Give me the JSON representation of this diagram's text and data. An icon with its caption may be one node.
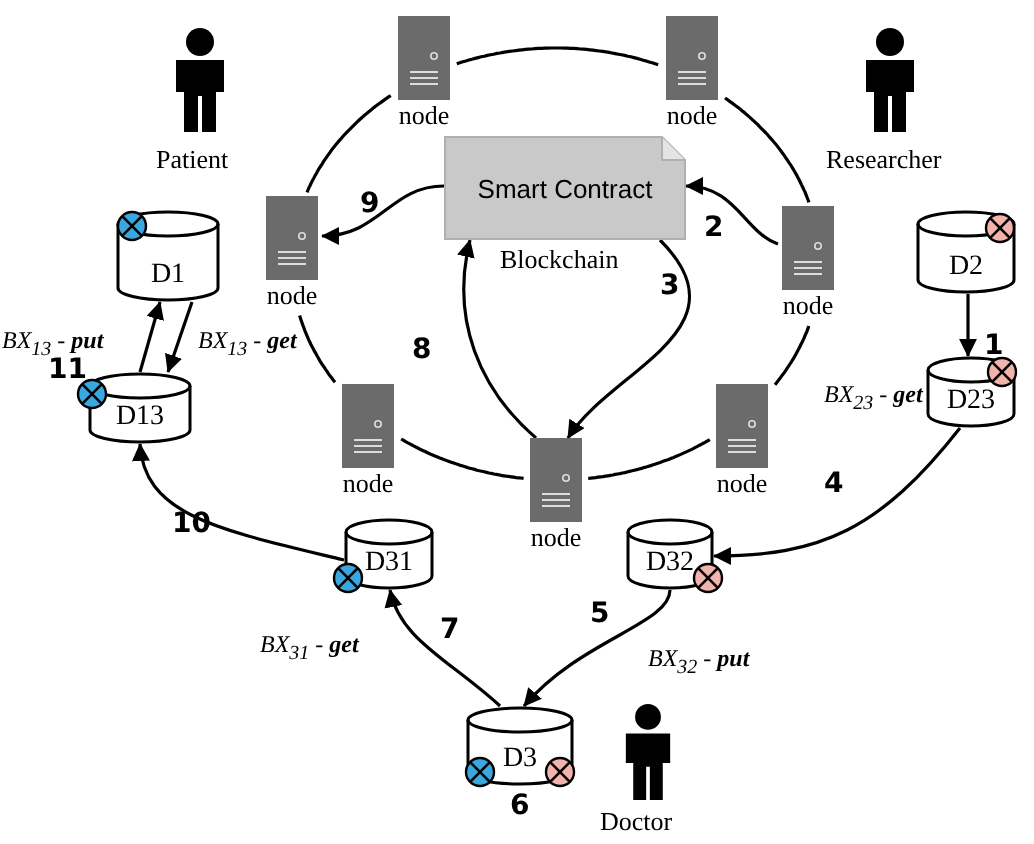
{
  "diagram": {
    "nodes": [
      {
        "text": [
          "node"
        ]
      },
      {
        "text": [
          "node"
        ]
      },
      {
        "text": [
          "Smart Contract"
        ],
        "beside": [
          "Blockchain"
        ]
      },
      {
        "text": [
          "D1"
        ]
      },
      {
        "text": [
          "node"
        ]
      },
      {
        "text": [
          "node"
        ]
      },
      {
        "text": [
          "D2"
        ]
      },
      {
        "text": [
          "D13"
        ]
      },
      {
        "text": [
          "D23"
        ]
      },
      {
        "text": [
          "node"
        ]
      },
      {
        "text": [
          "node"
        ]
      },
      {
        "text": [
          "node"
        ]
      },
      {
        "text": [
          "D31"
        ]
      },
      {
        "text": [
          "D32"
        ]
      },
      {
        "text": [
          "D3"
        ],
        "beside": [
          "6"
        ]
      }
    ],
    "edges": [
      {
        "from": 0,
        "to": 1,
        "arrow": "none"
      },
      {
        "from": 1,
        "to": 5,
        "arrow": "none"
      },
      {
        "from": 5,
        "to": 10,
        "arrow": "none"
      },
      {
        "from": 10,
        "to": 11,
        "arrow": "none"
      },
      {
        "from": 11,
        "to": 9,
        "arrow": "none"
      },
      {
        "from": 9,
        "to": 4,
        "arrow": "none"
      },
      {
        "from": 4,
        "to": 0,
        "arrow": "none"
      },
      {
        "from": 6,
        "to": 8,
        "arrow": "to",
        "label": "BX$_{23}$ - **get**"
      },
      {
        "from": 5,
        "to": 2,
        "arrow": "to"
      },
      {
        "from": 2,
        "to": 11,
        "arrow": "to"
      },
      {
        "from": 8,
        "to": 13,
        "arrow": "to"
      },
      {
        "from": 13,
        "to": 14,
        "arrow": "to",
        "label": "BX$_{32}$ - **put**"
      },
      {
        "from": 14,
        "to": 12,
        "arrow": "to",
        "label": "BX$_{31}$ - **get**"
      },
      {
        "from": 11,
        "to": 2,
        "arrow": "to"
      },
      {
        "from": 2,
        "to": 4,
        "arrow": "to"
      },
      {
        "from": 12,
        "to": 7,
        "arrow": "to"
      },
      {
        "from": 7,
        "to": 3,
        "arrow": "to",
        "label": "BX$_{13}$ - **put**"
      },
      {
        "from": 3,
        "to": 7,
        "arrow": "to",
        "label": "BX$_{13}$ - **get**"
      }
    ],
    "labels": [
      "Patient",
      "Researcher",
      "9",
      "2",
      "1",
      "8",
      "3",
      "11",
      "4",
      "10",
      "7",
      "5",
      "Doctor"
    ]
  }
}
